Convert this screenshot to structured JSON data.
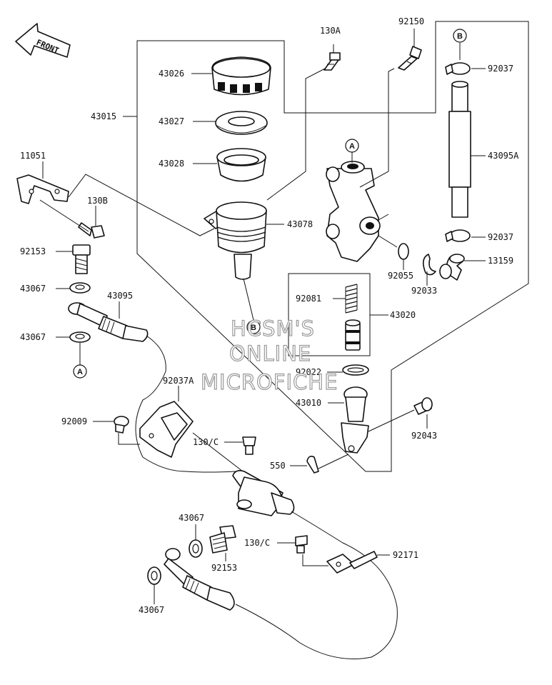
{
  "front_arrow": {
    "label": "FRONT"
  },
  "ref_markers": {
    "a": "A",
    "b": "B"
  },
  "watermark": {
    "line1": "HCSM'S",
    "line2": "ONLINE",
    "line3": "MICROFICHE"
  },
  "part_labels": {
    "p130A": "130A",
    "p92150": "92150",
    "p43026": "43026",
    "p92037_top": "92037",
    "p43015": "43015",
    "p43027": "43027",
    "p11051": "11051",
    "p43028": "43028",
    "p43095A": "43095A",
    "p130B": "130B",
    "p43078": "43078",
    "p92153_top": "92153",
    "p92037_mid": "92037",
    "p13159": "13159",
    "p92055": "92055",
    "p43067_a": "43067",
    "p43095": "43095",
    "p92033": "92033",
    "p92081": "92081",
    "p43020": "43020",
    "p43067_b": "43067",
    "p92022": "92022",
    "p92037A": "92037A",
    "p43010": "43010",
    "p92009": "92009",
    "p92043": "92043",
    "p130C_a": "130/C",
    "p550": "550",
    "p43067_c": "43067",
    "p130C_b": "130/C",
    "p92171": "92171",
    "p92153_bot": "92153",
    "p43067_d": "43067"
  }
}
